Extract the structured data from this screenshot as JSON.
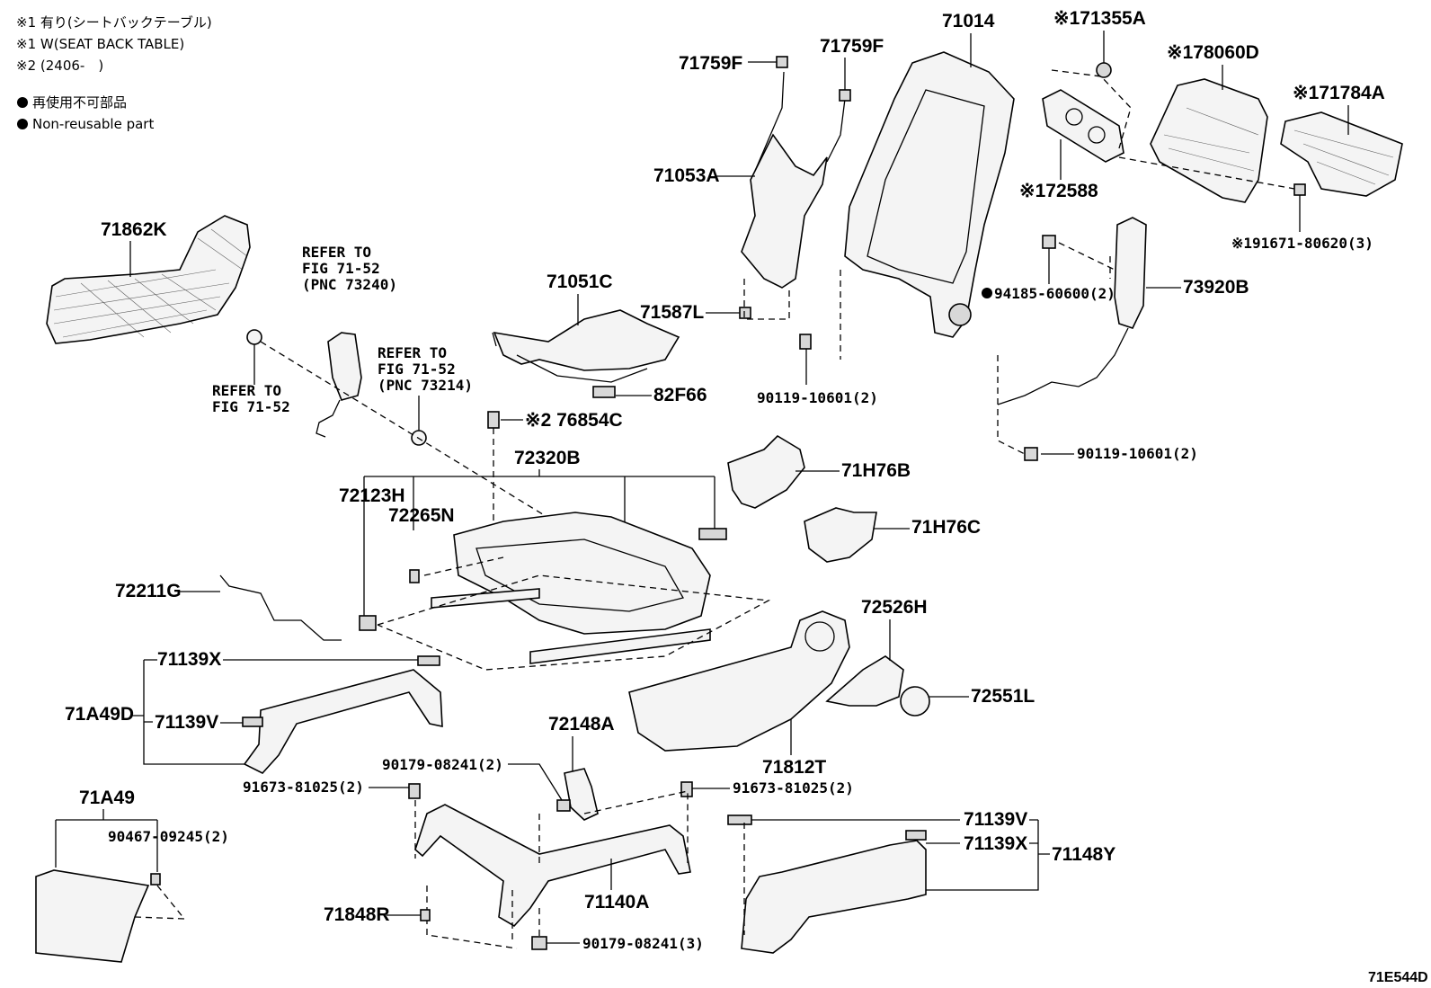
{
  "notes": {
    "note1": "※1 有り(シートバックテーブル)",
    "note2": "※1 W(SEAT BACK TABLE)",
    "note3": "※2 (2406-　)",
    "legend_jp": "再使用不可部品",
    "legend_en": "Non-reusable part"
  },
  "labels": {
    "p71759F_a": "71759F",
    "p71759F_b": "71759F",
    "p71014": "71014",
    "p71355A": "※171355A",
    "p78060D": "※178060D",
    "p71784A": "※171784A",
    "p71053A": "71053A",
    "p72588": "※172588",
    "p91671": "※191671-80620(3)",
    "p71862K": "71862K",
    "refer1_l1": "REFER TO",
    "refer1_l2": "FIG 71-52",
    "refer1_l3": "(PNC 73240)",
    "p94185": "94185-60600(2)",
    "p73920B": "73920B",
    "p71051C": "71051C",
    "p71587L": "71587L",
    "refer2_l1": "REFER TO",
    "refer2_l2": "FIG 71-52",
    "refer2_l3": "(PNC 73214)",
    "refer3_l1": "REFER TO",
    "refer3_l2": "FIG 71-52",
    "p82F66": "82F66",
    "p90119_a": "90119-10601(2)",
    "p76854C": "※2 76854C",
    "p90119_b": "90119-10601(2)",
    "p72320B": "72320B",
    "p71H76B": "71H76B",
    "p72123H": "72123H",
    "p72265N": "72265N",
    "p71H76C": "71H76C",
    "p72211G": "72211G",
    "p72526H": "72526H",
    "p71139X_a": "71139X",
    "p72551L": "72551L",
    "p71A49D": "71A49D",
    "p71139V_a": "71139V",
    "p72148A": "72148A",
    "p71812T": "71812T",
    "p90179_a": "90179-08241(2)",
    "p91673_a": "91673-81025(2)",
    "p91673_b": "91673-81025(2)",
    "p71A49": "71A49",
    "p90467": "90467-09245(2)",
    "p71139V_b": "71139V",
    "p71139X_b": "71139X",
    "p71148Y": "71148Y",
    "p71140A": "71140A",
    "p71848R": "71848R",
    "p90179_b": "90179-08241(3)",
    "figure_code": "71E544D"
  }
}
